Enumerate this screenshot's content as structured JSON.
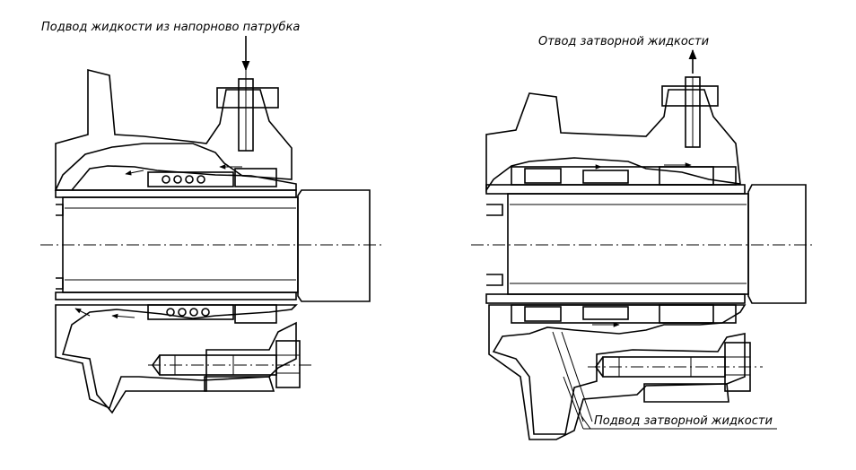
{
  "labels": {
    "left_inlet": "Подвод  жидкости  из  напорново  патрубка",
    "right_outlet": "Отвод  затворной  жидкости",
    "right_inlet": "Подвод затворной жидкости"
  },
  "colors": {
    "ink": "#000000",
    "paper": "#ffffff"
  }
}
